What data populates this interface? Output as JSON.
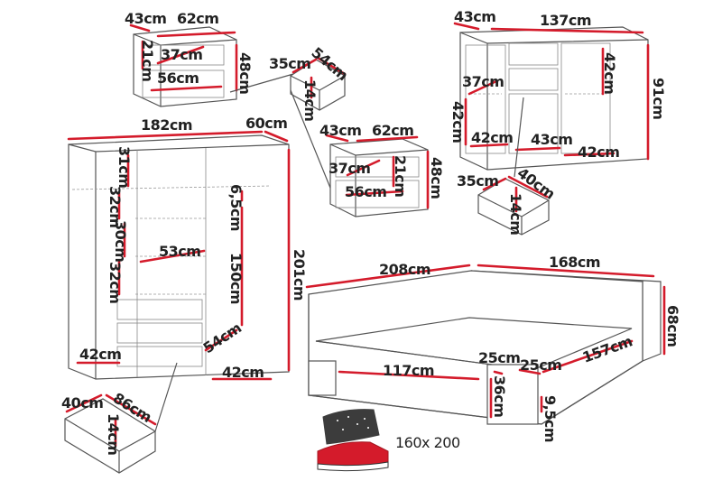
{
  "nightstand_top_left": {
    "depth": "43cm",
    "width": "62cm",
    "height": "48cm",
    "inner_height": "21cm",
    "inner_depth": "37cm",
    "inner_width": "56cm"
  },
  "drawer_small_top": {
    "depth": "35cm",
    "width": "54cm",
    "height": "14cm"
  },
  "nightstand_center": {
    "depth": "43cm",
    "width": "62cm",
    "height": "48cm",
    "inner_height": "21cm",
    "inner_depth": "37cm",
    "inner_width": "56cm"
  },
  "sideboard": {
    "depth": "43cm",
    "width": "137cm",
    "height": "91cm",
    "shelf_height": "42cm",
    "left_depth": "37cm",
    "left_height": "42cm",
    "bottom_left": "42cm",
    "bottom_mid": "43cm",
    "bottom_right": "42cm"
  },
  "drawer_sideboard": {
    "depth": "35cm",
    "width": "40cm",
    "height": "14cm"
  },
  "wardrobe": {
    "width": "182cm",
    "depth": "60cm",
    "height": "201cm",
    "top_shelf": "31cm",
    "shelf_1": "32cm",
    "shelf_2": "30cm",
    "shelf_3": "32cm",
    "inner_width": "53cm",
    "rail": "6,5cm",
    "hanging": "150cm",
    "drawer_width": "54cm",
    "left_bottom": "42cm",
    "right_bottom": "42cm"
  },
  "drawer_wardrobe": {
    "depth": "40cm",
    "width": "86cm",
    "height": "14cm"
  },
  "bed": {
    "length": "208cm",
    "width": "168cm",
    "height": "68cm",
    "inner_width": "117cm",
    "leg_left": "25cm",
    "leg_right": "25cm",
    "side": "157cm",
    "base_height": "36cm",
    "clearance": "9,5cm"
  },
  "mattress": {
    "size": "160x 200"
  }
}
